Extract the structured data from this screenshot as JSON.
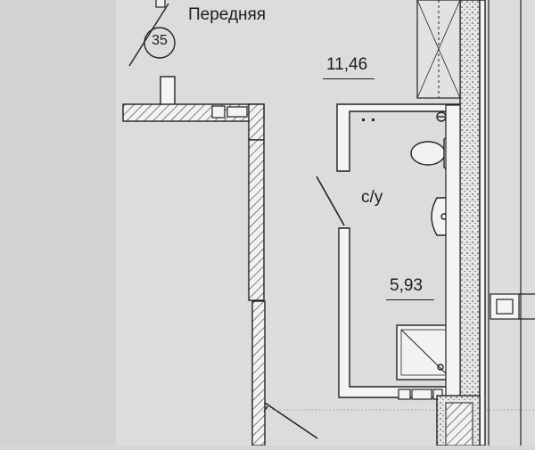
{
  "plan": {
    "rooms": [
      {
        "name": "Передняя",
        "area": "11,46"
      },
      {
        "name": "с/у",
        "area": "5,93"
      }
    ],
    "axis_marker": "35"
  },
  "colors": {
    "background": "#d6d6d6",
    "room_fill": "#dcdcdc",
    "wall_fill": "#f4f4f4",
    "line": "#1e1e1e"
  }
}
